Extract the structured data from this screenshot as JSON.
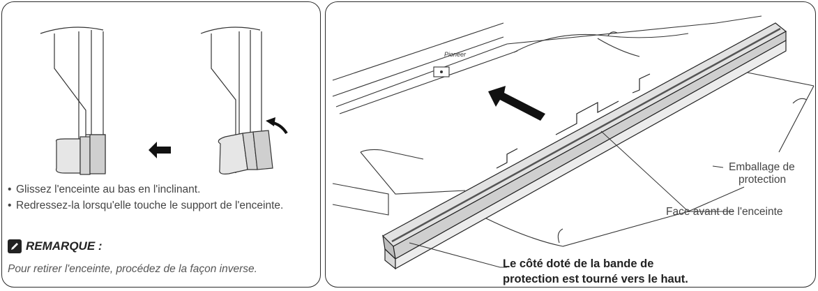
{
  "left": {
    "bullets": [
      "Glissez l'enceinte au bas en l'inclinant.",
      "Redressez-la lorsqu'elle touche le support de l'enceinte."
    ],
    "bullet_glyph": "•",
    "note": {
      "icon": "pencil-note-icon",
      "label": "REMARQUE :",
      "text": "Pour retirer l'enceinte, procédez de la façon inverse."
    }
  },
  "right": {
    "brand_logo": "Pioneer",
    "labels": {
      "packaging_line1": "Emballage de",
      "packaging_line2": "protection",
      "front": "Face avant de l'enceinte",
      "strip_line1": "Le côté doté de la bande de",
      "strip_line2": "protection est tourné vers le haut."
    }
  }
}
